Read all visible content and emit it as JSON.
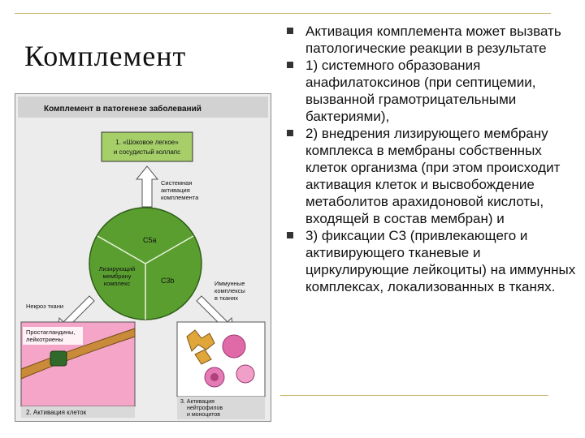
{
  "slide": {
    "title": "Комплемент",
    "bullets": [
      "Активация комплемента может вызвать патологические реакции в результате",
      "1) системного образования анафилатоксинов (при септицемии, вызванной грамотрицательными бактериями),",
      "2) внедрения лизирующего мембрану комплекса в мембраны собственных клеток организма (при этом происходит активация клеток и высвобождение метаболитов арахидоновой кислоты, входящей в состав мембран) и",
      "3) фиксации С3 (привлекающего и активирующего тканевые и циркулирующие лейкоциты) на иммунных комплексах, локализованных в тканях."
    ]
  },
  "figure": {
    "header": "Комплемент в патогенезе заболеваний",
    "box1_line1": "1. «Шоковое легкое»",
    "box1_line2": "и сосудистый коллапс",
    "systemic_label": [
      "Системная",
      "активация",
      "комплемента"
    ],
    "c5a": "C5a",
    "mac_label": [
      "Лизирующий",
      "мембрану",
      "комплекс"
    ],
    "c3b": "C3b",
    "necrosis": "Некроз ткани",
    "immune_label": [
      "Иммунные",
      "комплексы",
      "в тканях"
    ],
    "prostaglandins": [
      "Простагландины,",
      "лейкотриены"
    ],
    "box2": "2. Активация клеток",
    "box3": [
      "3. Активация",
      "нейтрофилов",
      "и моноцитов"
    ],
    "colors": {
      "green": "#5a9e30",
      "light_green": "#a6cf6a",
      "pink": "#f5a6c8",
      "label_bg": "#d9d9d9"
    }
  }
}
